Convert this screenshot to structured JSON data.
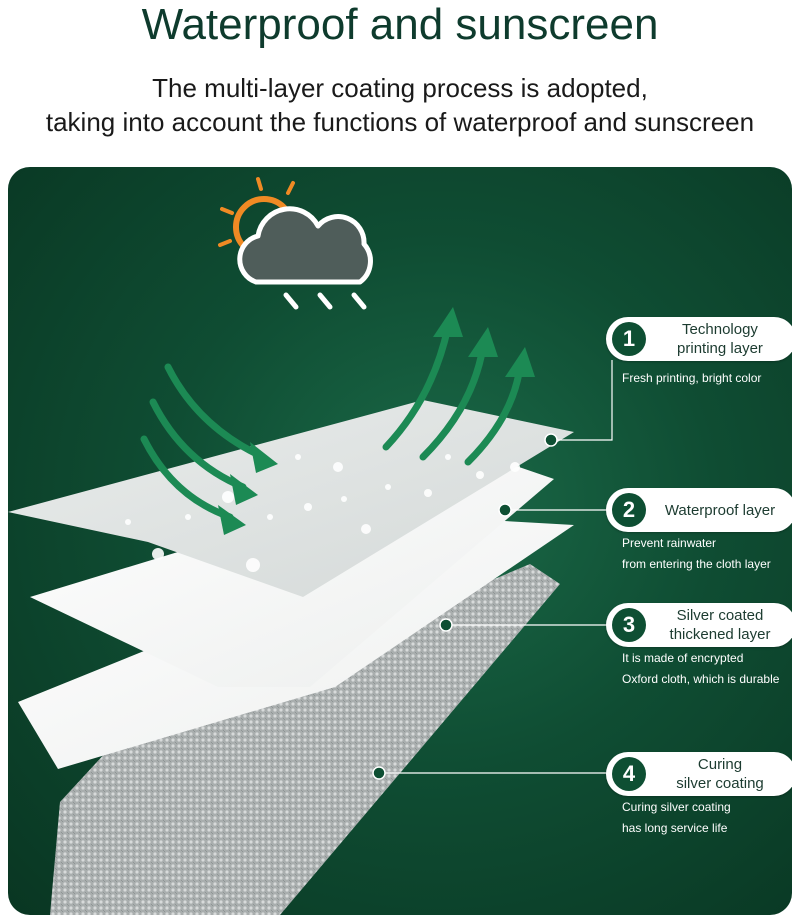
{
  "heading": {
    "title": "Waterproof and sunscreen",
    "subtitle_line1": "The multi-layer coating process is adopted,",
    "subtitle_line2": "taking into account the functions of waterproof and sunscreen"
  },
  "colors": {
    "panel_green": "#0f4d33",
    "arrow_green": "#1c8a54",
    "sun_orange": "#f08a24",
    "cloud_gray": "#4f5d5a"
  },
  "weather_icon": "sun-behind-rain-cloud-icon",
  "layers": [
    {
      "number": "1",
      "name_line1": "Technology",
      "name_line2": "printing layer",
      "desc_line1": "Fresh printing, bright color",
      "desc_line2": ""
    },
    {
      "number": "2",
      "name_line1": "Waterproof layer",
      "name_line2": "",
      "desc_line1": "Prevent rainwater",
      "desc_line2": "from entering the cloth layer"
    },
    {
      "number": "3",
      "name_line1": "Silver coated",
      "name_line2": "thickened layer",
      "desc_line1": "It is made of encrypted",
      "desc_line2": "Oxford cloth, which is durable"
    },
    {
      "number": "4",
      "name_line1": "Curing",
      "name_line2": "silver coating",
      "desc_line1": "Curing silver coating",
      "desc_line2": "has long service life"
    }
  ]
}
